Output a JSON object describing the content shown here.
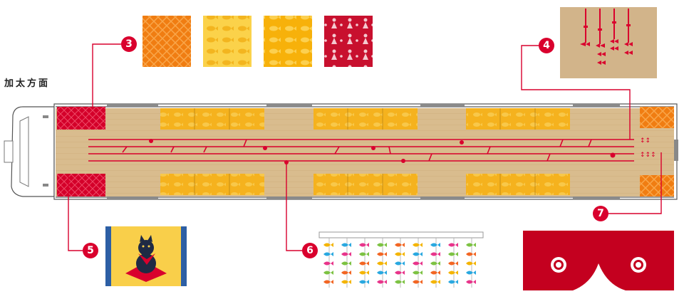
{
  "direction_label": "加太方面",
  "callouts": [
    {
      "label": "3"
    },
    {
      "label": "4"
    },
    {
      "label": "5"
    },
    {
      "label": "6"
    },
    {
      "label": "7"
    }
  ],
  "colors": {
    "accent_red": "#d9002d",
    "seat_yellow": "#f5b21e",
    "floor_wood": "#d7b98a",
    "orange_pattern": "#f07d12",
    "panel_tan": "#d2b48a",
    "noren_red": "#c4001f"
  },
  "icons": [
    "maneki-neko-icon",
    "sea-bream-fish-icon",
    "shrimp-icon",
    "hina-doll-icon"
  ]
}
